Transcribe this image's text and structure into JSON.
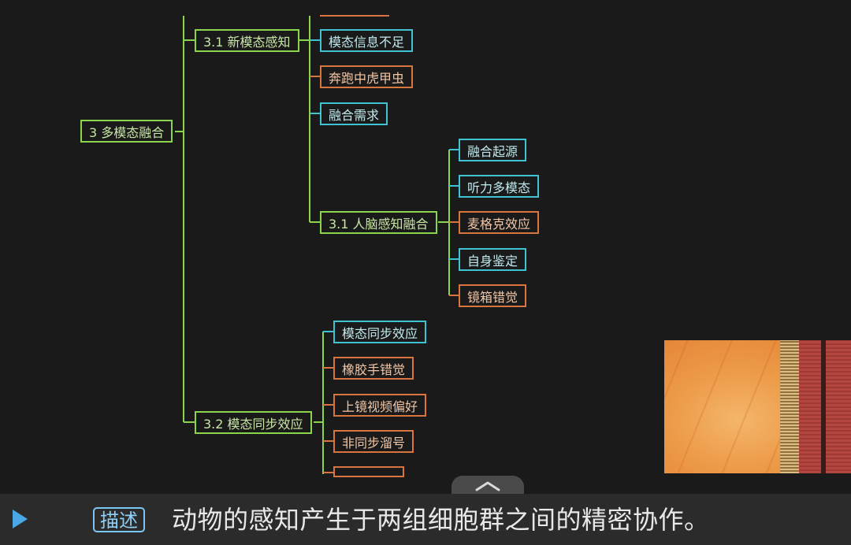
{
  "mindmap": {
    "root": "3 多模态融合",
    "branch_a": "3.1 新模态感知",
    "branch_a_children": [
      "模态信息不足",
      "奔跑中虎甲虫",
      "融合需求"
    ],
    "branch_b": "3.1 人脑感知融合",
    "branch_b_children": [
      "融合起源",
      "听力多模态",
      "麦格克效应",
      "自身鉴定",
      "镜箱错觉"
    ],
    "branch_c": "3.2 模态同步效应",
    "branch_c_children": [
      "模态同步效应",
      "橡胶手错觉",
      "上镜视频偏好",
      "非同步溜号"
    ],
    "colors": {
      "green": "#8bd54d",
      "cyan": "#3fc3d2",
      "orange": "#d8743e"
    }
  },
  "player": {
    "play_icon": "play-icon",
    "collapse_icon": "chevron-up-icon"
  },
  "subtitle": {
    "tag": "描述",
    "text": "动物的感知产生于两组细胞群之间的精密协作。"
  }
}
